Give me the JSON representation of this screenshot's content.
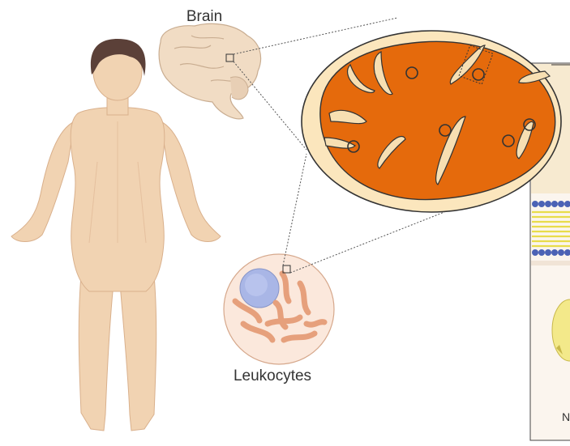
{
  "labels": {
    "brain": "Brain",
    "leukocytes": "Leukocytes",
    "panel_partial": "N"
  },
  "colors": {
    "skin": "#f1d3b2",
    "skin_stroke": "#d9b08c",
    "hair": "#5b4038",
    "brain_fill": "#f1dcc4",
    "mito_outer": "#fbe6bd",
    "mito_matrix": "#e56a0c",
    "mito_cristae": "#f7dfb2",
    "cell_fill": "#fbe8dc",
    "nucleus": "#a9b6e6",
    "cell_mito": "#e6a07c",
    "membrane_head": "#4b62b5",
    "membrane_tail": "#e8dc4a",
    "leader_line": "#555555"
  },
  "icons": [
    "human-body",
    "brain",
    "mitochondrion",
    "leukocyte-cell",
    "membrane-bilayer"
  ]
}
